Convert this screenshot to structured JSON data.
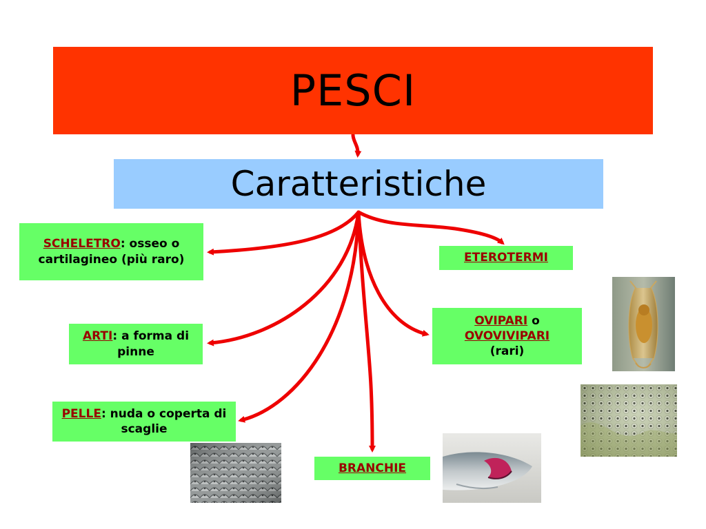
{
  "title": "PESCI",
  "subtitle": "Caratteristiche",
  "nodes": {
    "scheletro": {
      "key": "SCHELETRO",
      "rest": ": osseo o cartilagineo (più raro)"
    },
    "arti": {
      "key": "ARTI",
      "rest": ": a forma di pinne"
    },
    "pelle": {
      "key": "PELLE",
      "rest": ": nuda o coperta di scaglie"
    },
    "branchie": {
      "key": "BRANCHIE"
    },
    "eterotermi": {
      "key": "ETEROTERMI"
    },
    "ovipari": {
      "key1": "OVIPARI",
      "mid": " o ",
      "key2": "OVOVIVIPARI",
      "rest": "(rari)"
    }
  },
  "colors": {
    "title_bg": "#ff3300",
    "subtitle_bg": "#99ccff",
    "node_bg": "#66ff66",
    "keyword": "#990000",
    "arrow": "#ee0000"
  },
  "images": [
    {
      "name": "fish-scales-photo"
    },
    {
      "name": "fish-gills-photo"
    },
    {
      "name": "fish-egg-case-photo"
    },
    {
      "name": "fish-eggs-photo"
    }
  ]
}
